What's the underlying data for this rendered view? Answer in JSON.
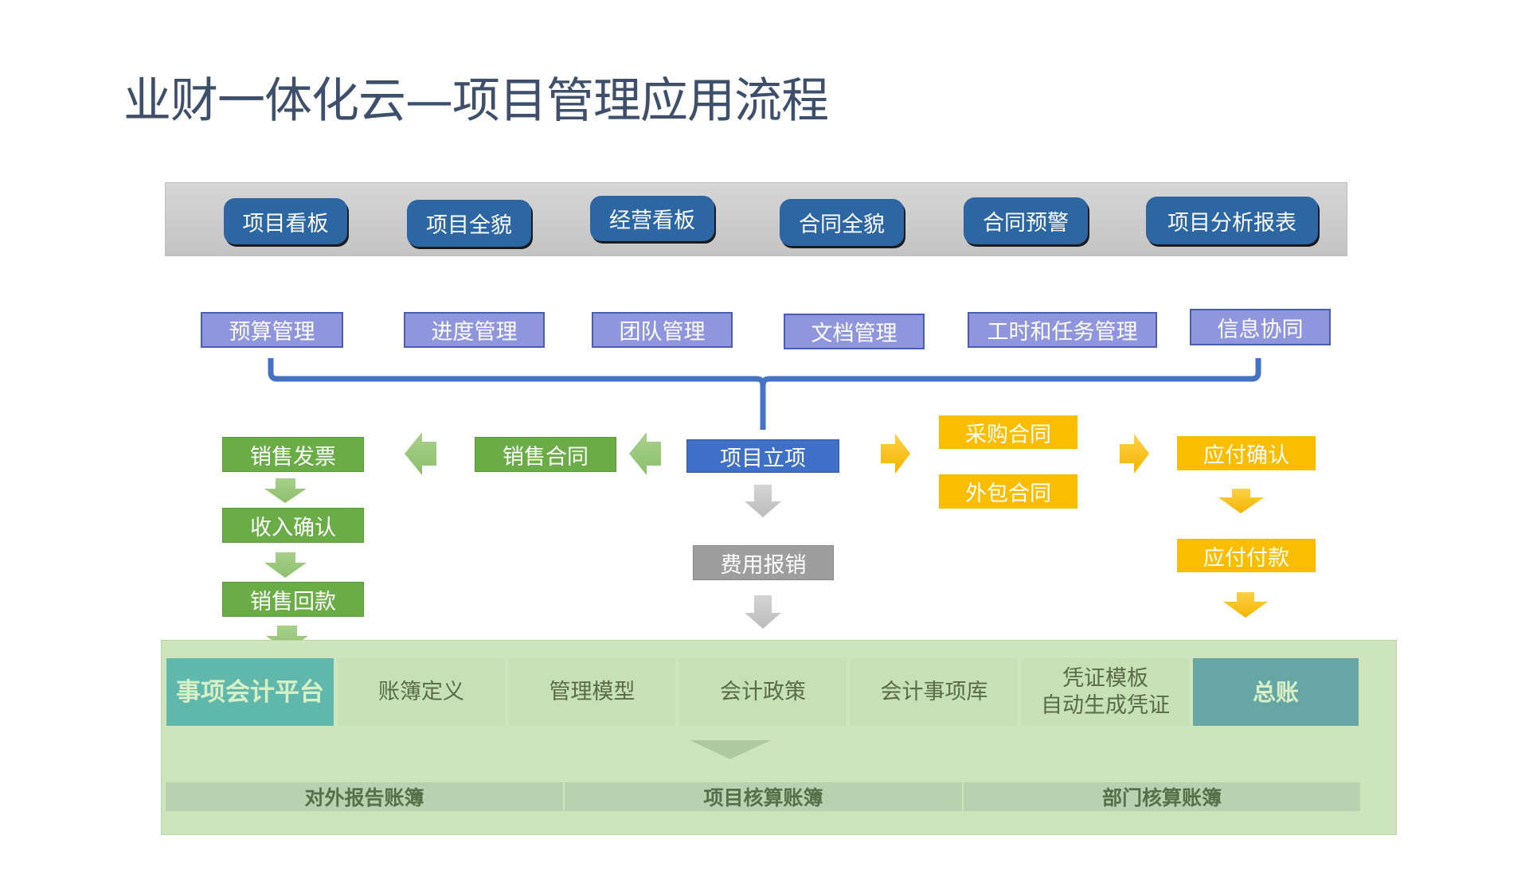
{
  "title": "业财一体化云—项目管理应用流程",
  "top_buttons": [
    {
      "label": "项目看板"
    },
    {
      "label": "项目全貌"
    },
    {
      "label": "经营看板"
    },
    {
      "label": "合同全貌"
    },
    {
      "label": "合同预警"
    },
    {
      "label": "项目分析报表"
    }
  ],
  "modules": [
    {
      "label": "预算管理"
    },
    {
      "label": "进度管理"
    },
    {
      "label": "团队管理"
    },
    {
      "label": "文档管理"
    },
    {
      "label": "工时和任务管理"
    },
    {
      "label": "信息协同"
    }
  ],
  "flow": {
    "center": {
      "label": "项目立项"
    },
    "sales": {
      "contract": "销售合同",
      "invoice": "销售发票",
      "revenue_confirm": "收入确认",
      "collection": "销售回款"
    },
    "expense": {
      "reimbursement": "费用报销"
    },
    "purchase": {
      "purchase_contract": "采购合同",
      "outsource_contract": "外包合同",
      "payable_confirm": "应付确认",
      "payable_payment": "应付付款"
    }
  },
  "platform": {
    "cells": [
      {
        "label": "事项会计平台"
      },
      {
        "label": "账簿定义"
      },
      {
        "label": "管理模型"
      },
      {
        "label": "会计政策"
      },
      {
        "label": "会计事项库"
      },
      {
        "label": "凭证模板",
        "label2": "自动生成凭证"
      },
      {
        "label": "总账"
      }
    ],
    "ledgers": [
      {
        "label": "对外报告账簿"
      },
      {
        "label": "项目核算账簿"
      },
      {
        "label": "部门核算账簿"
      }
    ]
  },
  "colors": {
    "top_button": "#2c67a3",
    "module": "#8f96de",
    "sales_green": "#6aac46",
    "center_blue": "#3f70c8",
    "expense_gray": "#9e9e9e",
    "purchase_yellow": "#fbbd00",
    "platform_bg": "#cde4bd",
    "highlight_teal": "#5fb8ab"
  }
}
